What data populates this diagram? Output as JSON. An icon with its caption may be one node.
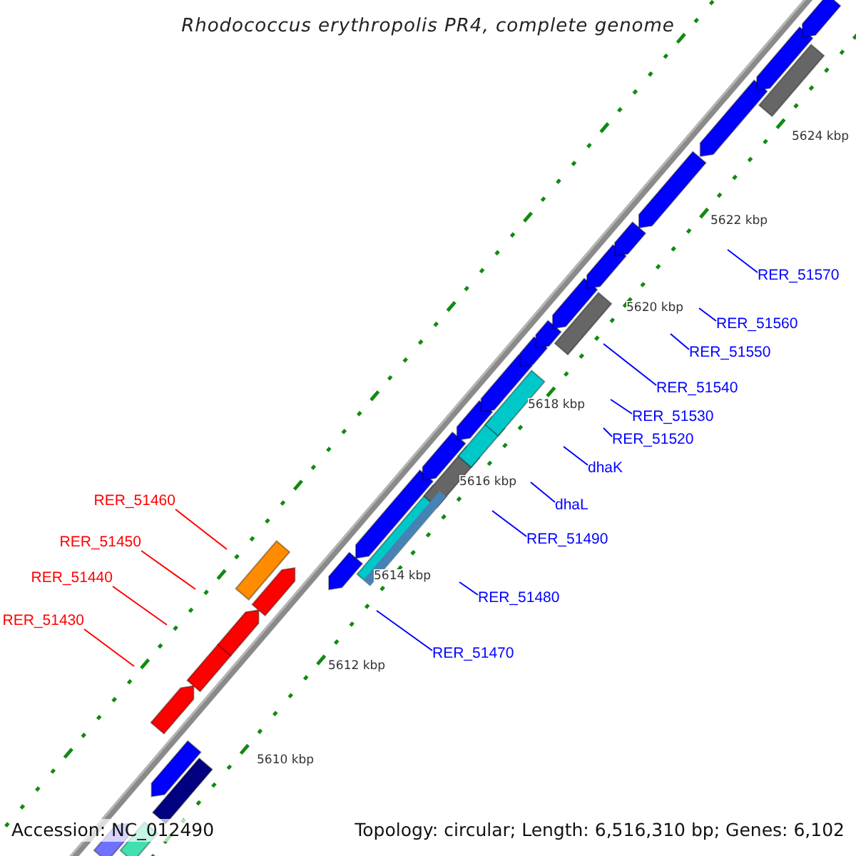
{
  "diagram": {
    "title": "Rhodococcus erythropolis PR4, complete genome",
    "nodes": [
      {
        "text": [
          "RER_51570"
        ]
      },
      {
        "text": [
          "RER_51560"
        ]
      },
      {
        "text": [
          "RER_51550"
        ]
      },
      {
        "text": [
          "RER_51540"
        ]
      },
      {
        "text": [
          "RER_51530"
        ]
      },
      {
        "text": [
          "RER_51520"
        ]
      },
      {
        "text": [
          "dhaK"
        ]
      },
      {
        "text": [
          "RER_51460"
        ]
      },
      {
        "text": [
          "dhaL"
        ]
      },
      {
        "text": [
          "RER_51490"
        ]
      },
      {
        "text": [
          "RER_51450"
        ]
      },
      {
        "text": [
          "RER_51440"
        ]
      },
      {
        "text": [
          "RER_51480"
        ]
      },
      {
        "text": [
          "RER_51430"
        ]
      },
      {
        "text": [
          "RER_51470"
        ]
      }
    ],
    "edges": [
      {
        "from": 0,
        "to": null,
        "arrow": "none"
      },
      {
        "from": 1,
        "to": null,
        "arrow": "none"
      },
      {
        "from": 2,
        "to": null,
        "arrow": "none"
      },
      {
        "from": 3,
        "to": null,
        "arrow": "none"
      },
      {
        "from": 4,
        "to": null,
        "arrow": "none"
      },
      {
        "from": 5,
        "to": null,
        "arrow": "none"
      },
      {
        "from": 6,
        "to": null,
        "arrow": "none"
      },
      {
        "from": 7,
        "to": null,
        "arrow": "none",
        "color": "#ff0000"
      },
      {
        "from": 8,
        "to": null,
        "arrow": "none"
      },
      {
        "from": 9,
        "to": null,
        "arrow": "none"
      },
      {
        "from": 10,
        "to": null,
        "arrow": "none",
        "color": "#ff0000"
      },
      {
        "from": 11,
        "to": null,
        "arrow": "none",
        "color": "#ff0000"
      },
      {
        "from": 12,
        "to": null,
        "arrow": "none"
      },
      {
        "from": 13,
        "to": null,
        "arrow": "none",
        "color": "#ff0000"
      },
      {
        "from": 14,
        "to": null,
        "arrow": "none"
      }
    ],
    "labels": [
      "5624 kbp",
      "5622 kbp",
      "5620 kbp",
      "5618 kbp",
      "5616 kbp",
      "5614 kbp",
      "5612 kbp",
      "5610 kbp",
      "Accession: NC_012490",
      "Topology: circular; Length: 6,516,310 bp; Genes: 6,102"
    ]
  }
}
